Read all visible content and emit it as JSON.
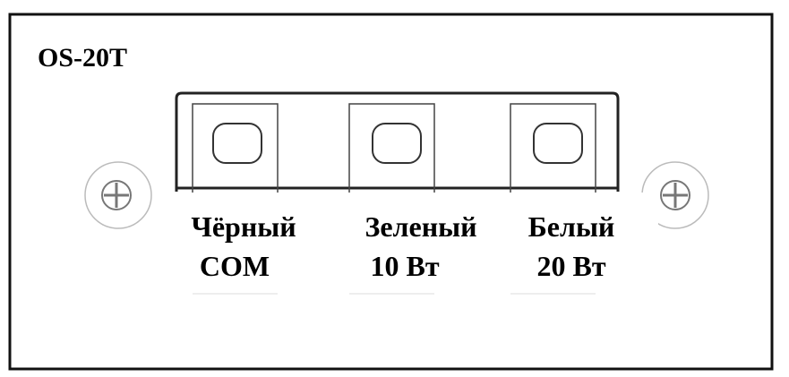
{
  "title": "OS-20T",
  "terminals": [
    {
      "line1": "Чёрный",
      "line2": "COM"
    },
    {
      "line1": "Зеленый",
      "line2": "10 Вт"
    },
    {
      "line1": "Белый",
      "line2": "20 Вт"
    }
  ]
}
